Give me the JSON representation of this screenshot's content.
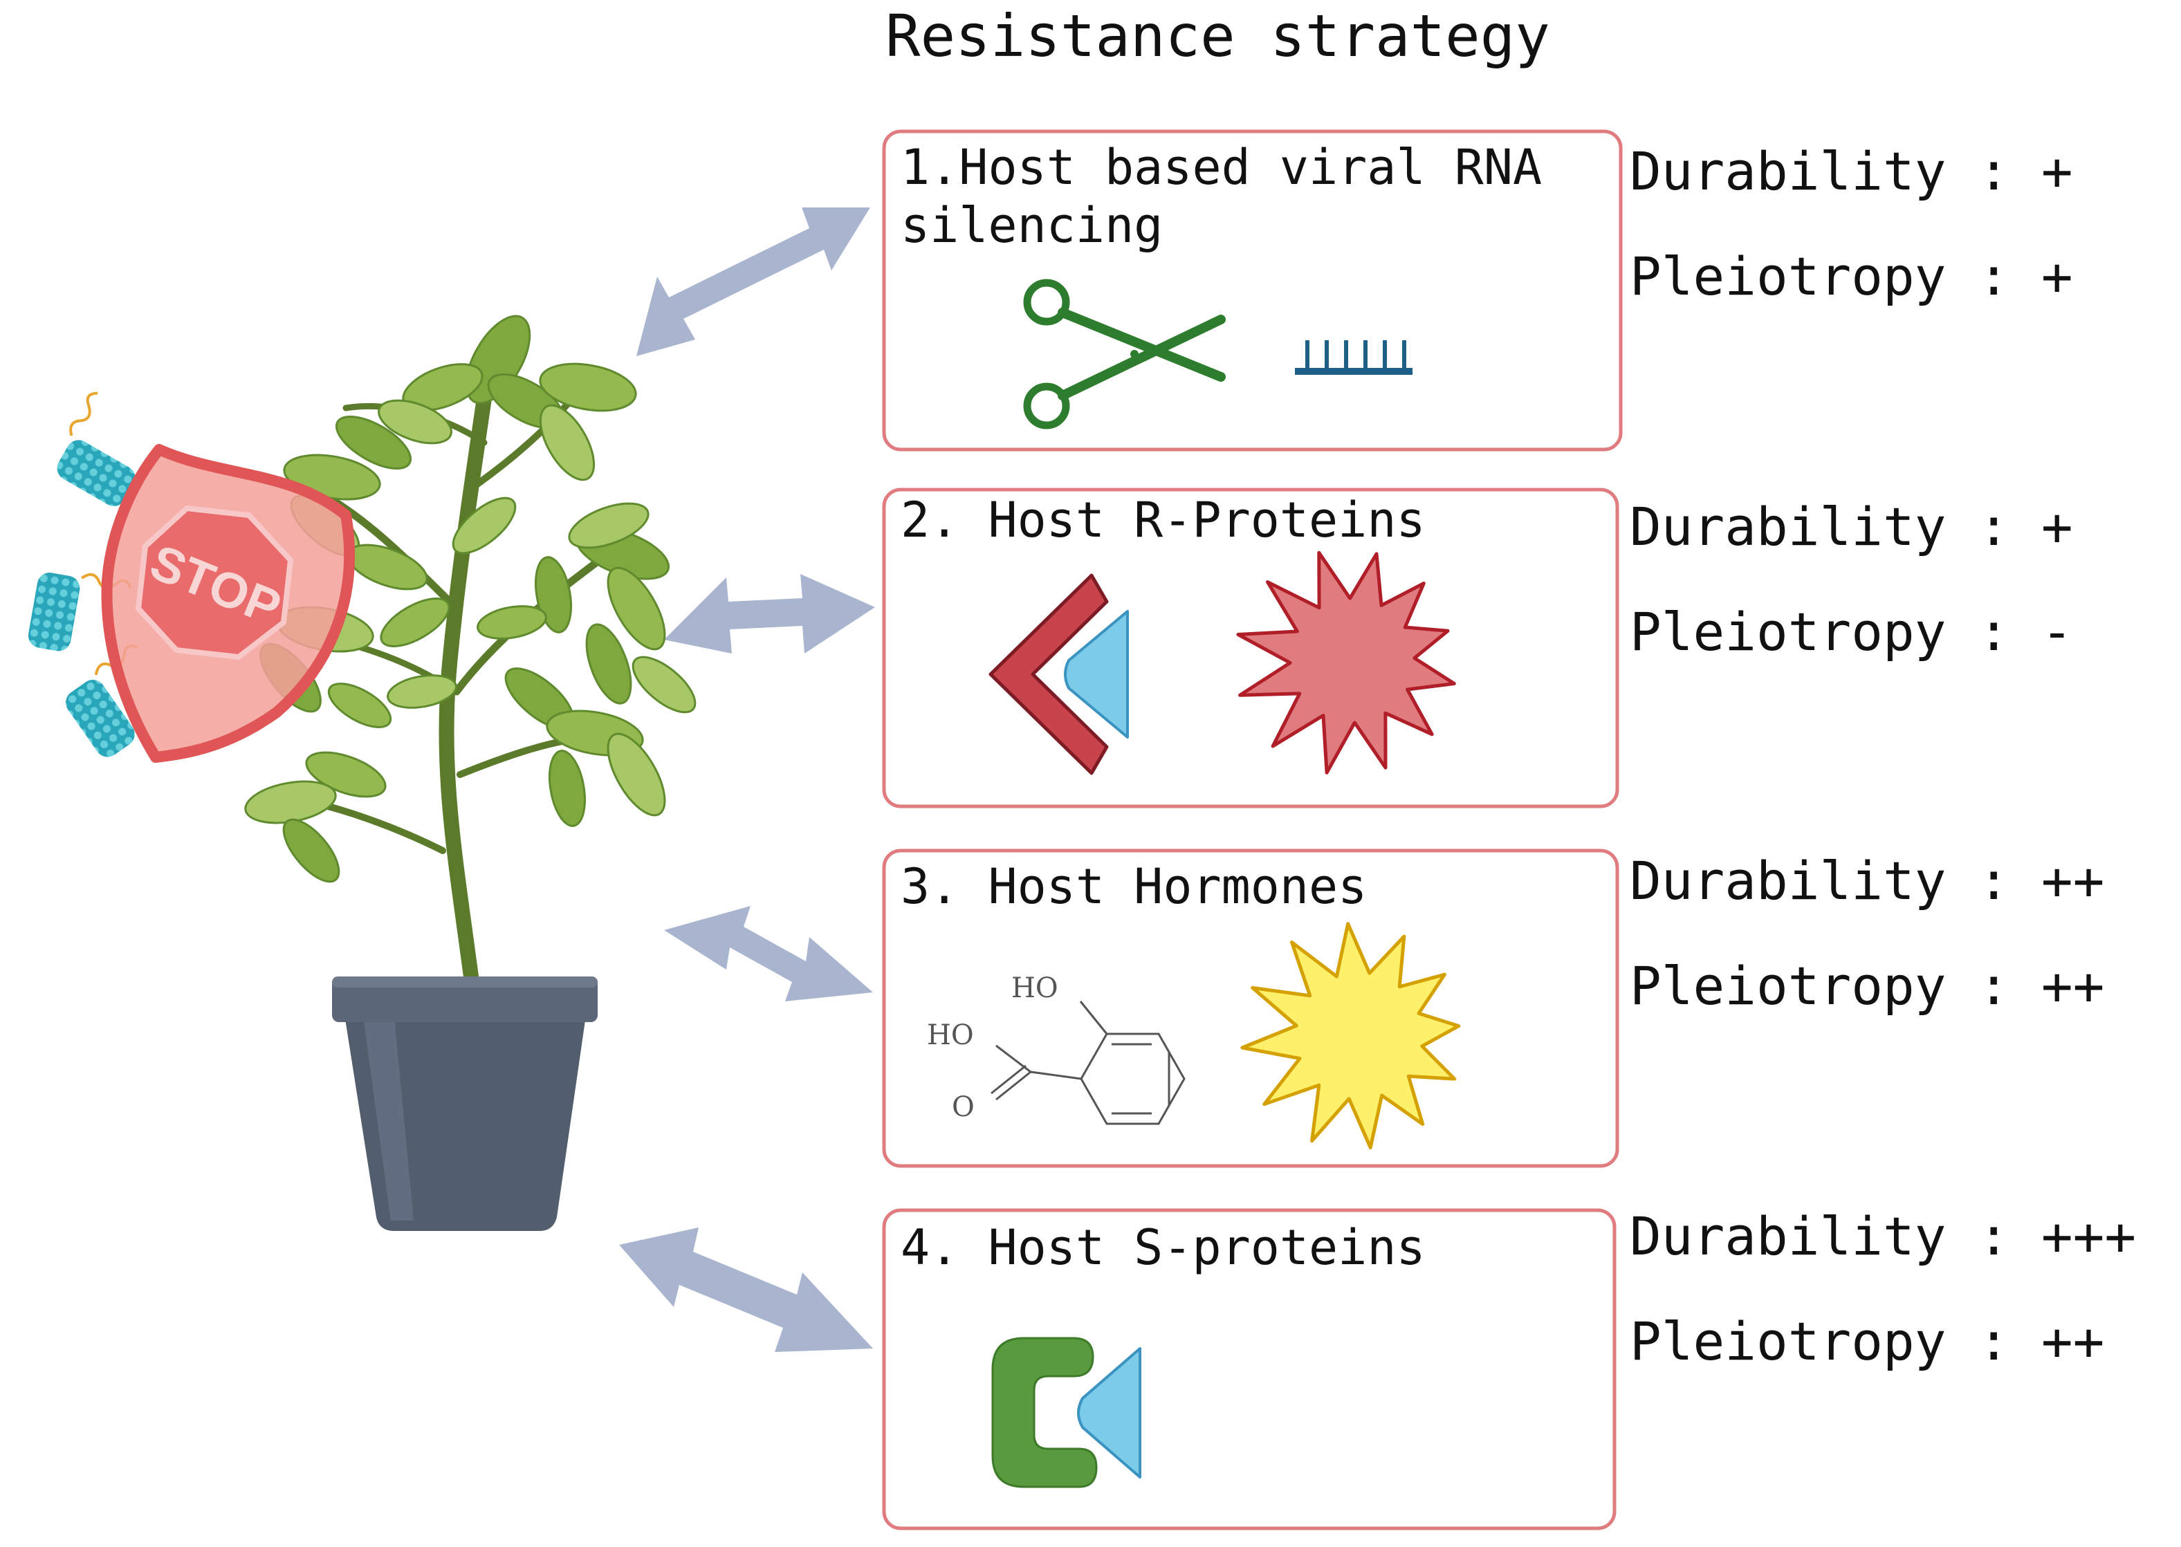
{
  "title": "Resistance strategy",
  "shield_text": "STOP",
  "chemical_labels": [
    "HO",
    "HO",
    "O"
  ],
  "colors": {
    "box_border": "#e07b80",
    "arrow": "#a9b4cf",
    "scissors": "#2e7d2e",
    "rna": "#1e5f8a",
    "r_protein": "#c8434b",
    "burst_red": "#e07b80",
    "burst_yellow": "#fef06a",
    "s_protein": "#5a9a3f",
    "receptor": "#7ccbe8",
    "pot": "#525d6e",
    "leaf": "#93b94f",
    "virus": "#3db1c4"
  },
  "strategies": [
    {
      "number": "1.",
      "label_line1": "Host based viral RNA",
      "label_line2": "silencing",
      "icons": [
        "scissors-icon",
        "rna-strand-icon"
      ],
      "durability_label": "Durability",
      "durability": "+",
      "pleiotropy_label": "Pleiotropy",
      "pleiotropy": "+"
    },
    {
      "number": "2.",
      "label_line1": "Host R-Proteins",
      "label_line2": "",
      "icons": [
        "r-protein-icon",
        "red-burst-icon"
      ],
      "durability_label": "Durability",
      "durability": "+",
      "pleiotropy_label": "Pleiotropy",
      "pleiotropy": "-"
    },
    {
      "number": "3.",
      "label_line1": "Host Hormones",
      "label_line2": "",
      "icons": [
        "salicylic-acid-structure-icon",
        "yellow-burst-icon"
      ],
      "durability_label": "Durability",
      "durability": "++",
      "pleiotropy_label": "Pleiotropy",
      "pleiotropy": "++"
    },
    {
      "number": "4.",
      "label_line1": "Host S-proteins",
      "label_line2": "",
      "icons": [
        "s-protein-icon"
      ],
      "durability_label": "Durability",
      "durability": "+++",
      "pleiotropy_label": "Pleiotropy",
      "pleiotropy": "++"
    }
  ]
}
